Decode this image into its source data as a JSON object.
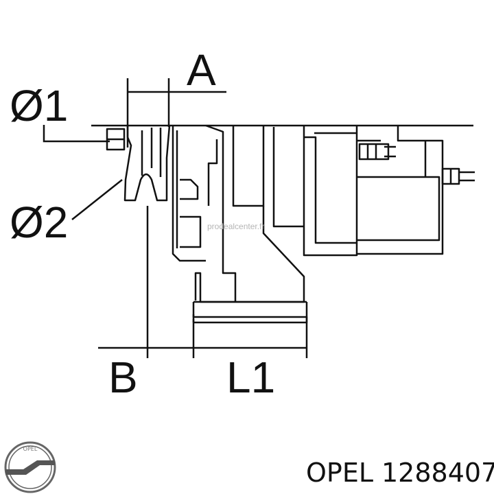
{
  "labels": {
    "dim_a": "A",
    "dim_d1": "Ø1",
    "dim_d2": "Ø2",
    "dim_b": "B",
    "dim_l1": "L1"
  },
  "watermark": "prodealcenter.fr",
  "caption": {
    "brand": "OPEL",
    "part_number": "1288407"
  },
  "logo": {
    "icon": "opel-logo-icon",
    "text": "OPEL"
  },
  "colors": {
    "line": "#111111",
    "watermark": "#b5b5b5"
  }
}
